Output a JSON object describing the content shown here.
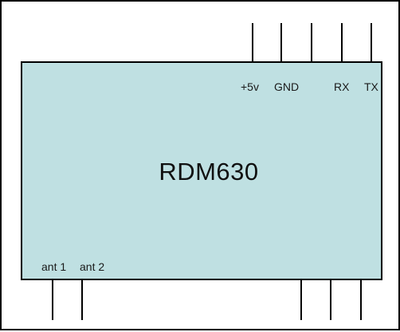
{
  "module": {
    "title": "RDM630",
    "fill": "#bfe0e2",
    "stroke": "#000000"
  },
  "pins_top": [
    {
      "label": "+5v"
    },
    {
      "label": "GND"
    },
    {
      "label": ""
    },
    {
      "label": "RX"
    },
    {
      "label": "TX"
    }
  ],
  "pins_bottom_left": [
    {
      "label": "ant 1"
    },
    {
      "label": "ant 2"
    }
  ],
  "pins_bottom_right": [
    {
      "label": ""
    },
    {
      "label": ""
    },
    {
      "label": ""
    }
  ]
}
